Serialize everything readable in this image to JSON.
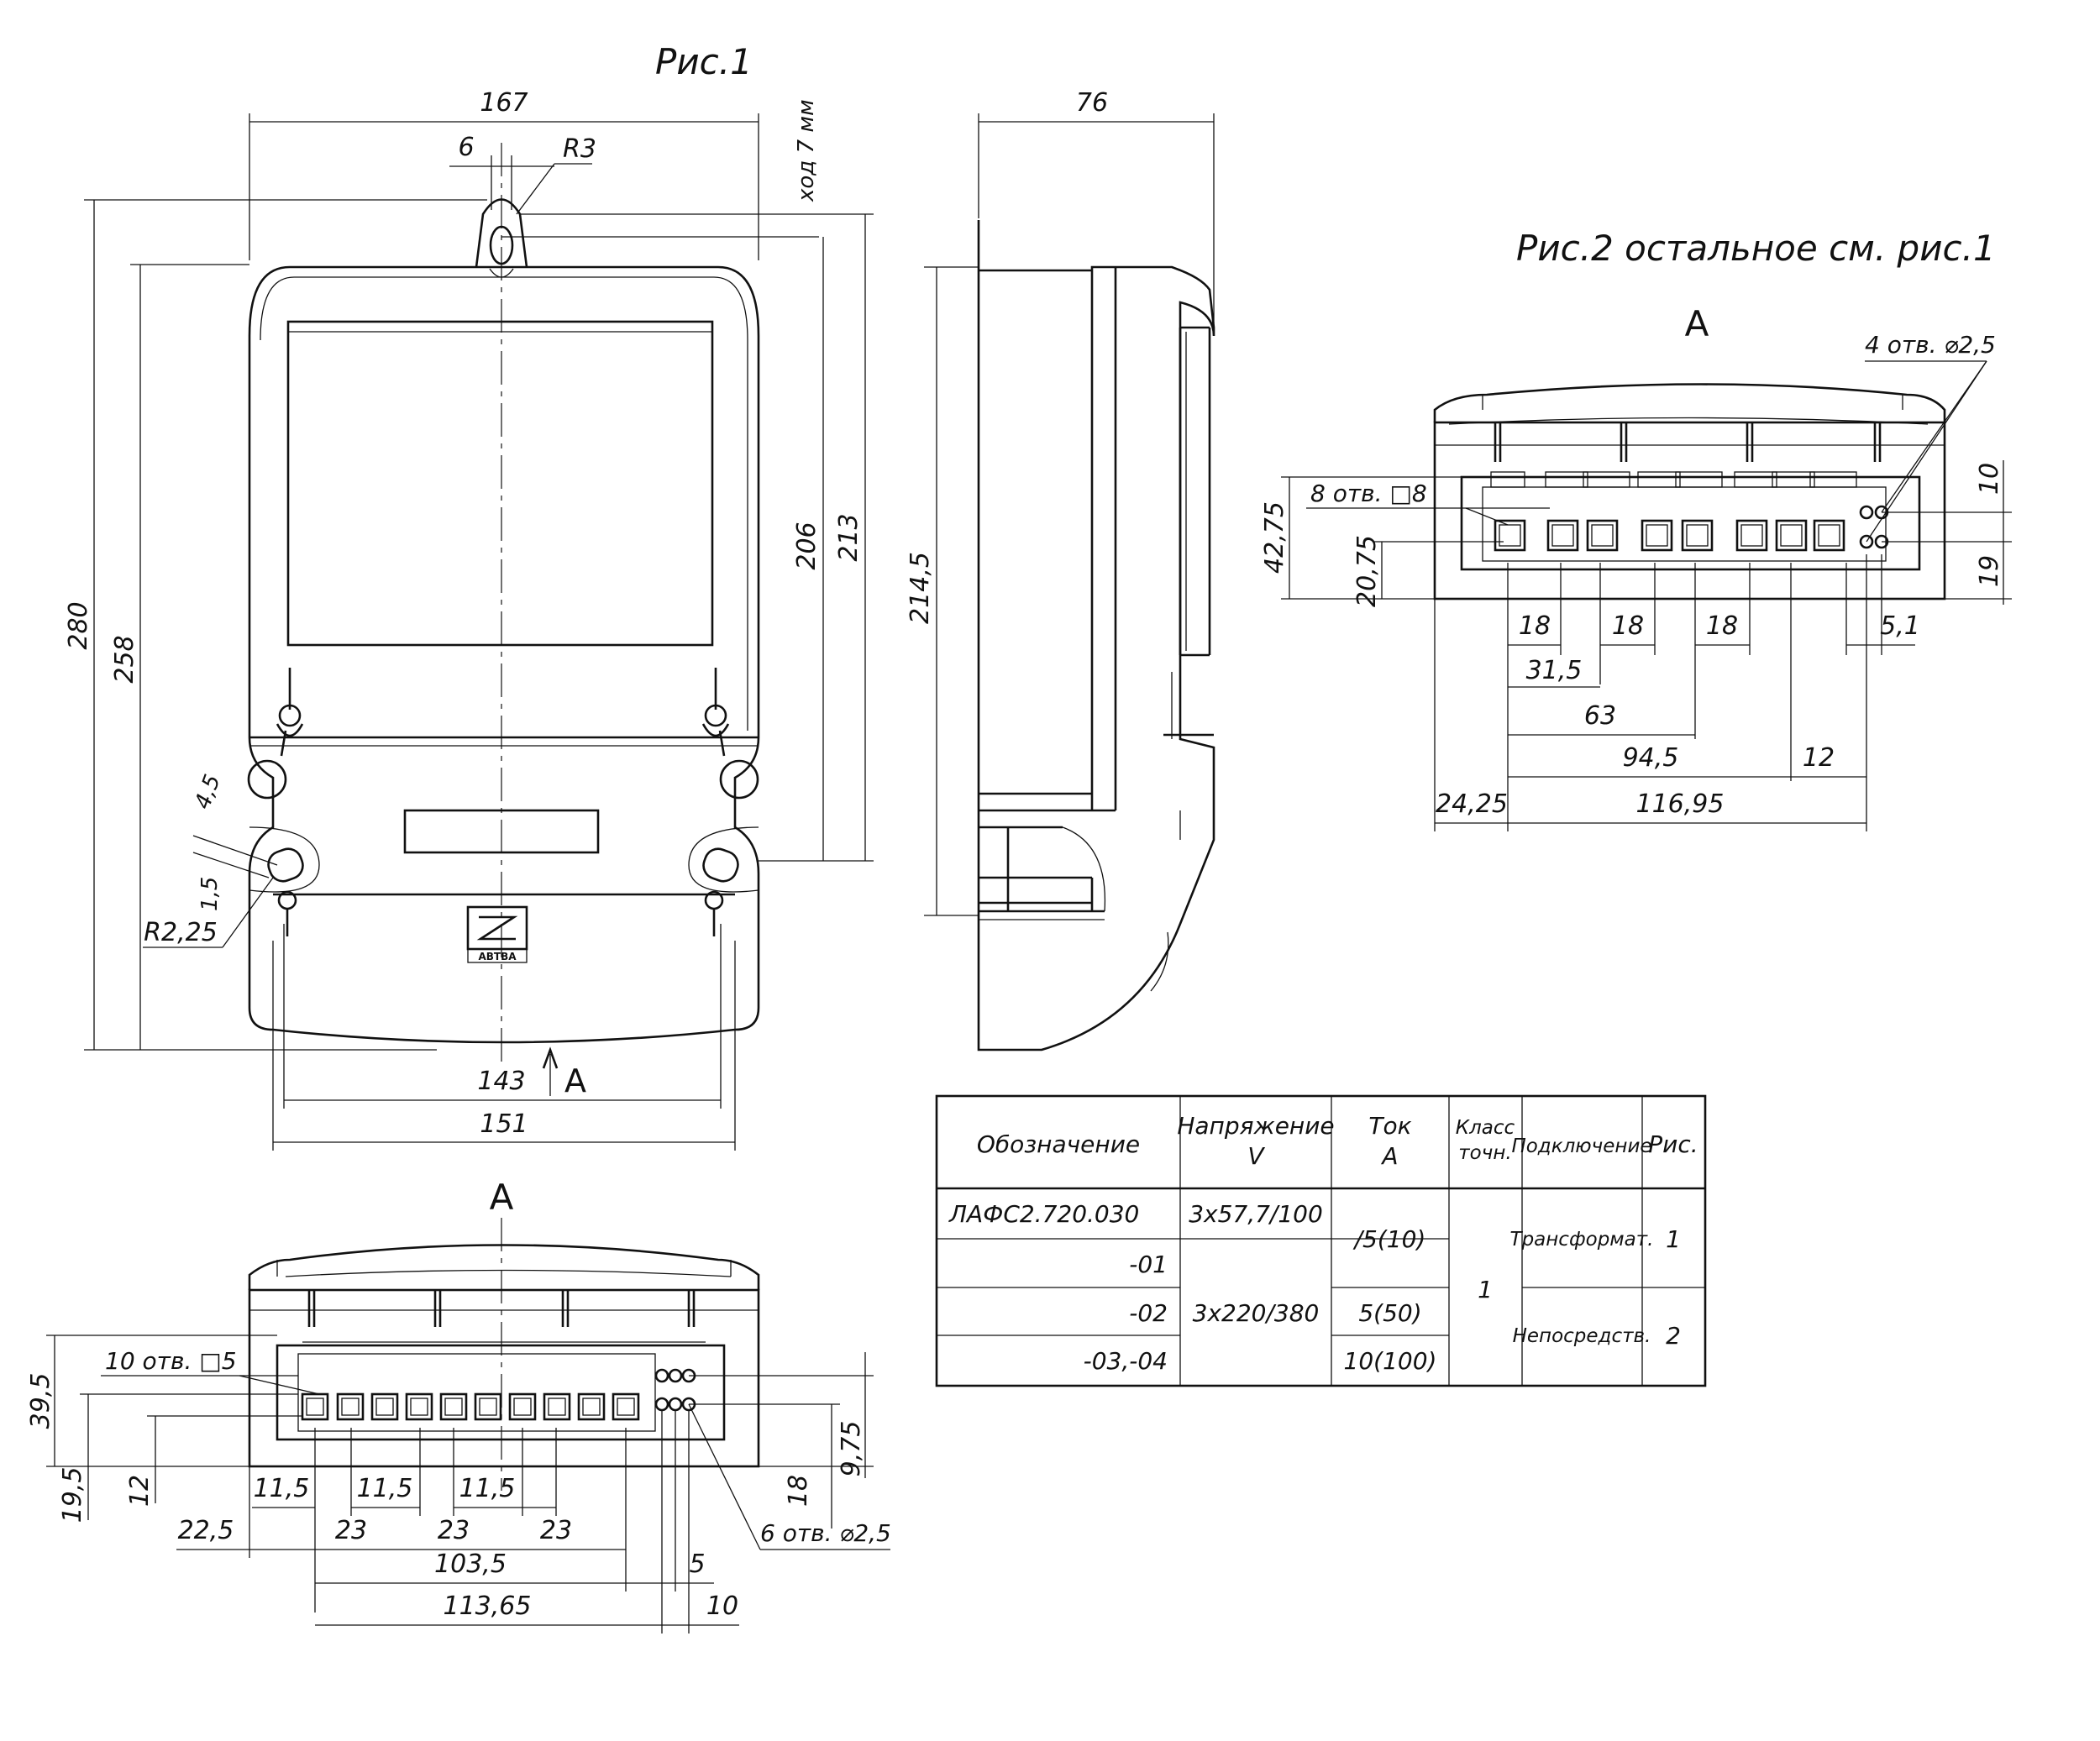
{
  "fig1": {
    "title": "Рис.1",
    "front_dims": {
      "d167": "167",
      "d6": "6",
      "dR3": "R3",
      "stroke": "ход 7 мм",
      "d280": "280",
      "d258": "258",
      "d206": "206",
      "d213": "213",
      "d45": "4,5",
      "d15": "1,5",
      "dR225": "R2,25",
      "d143": "143",
      "view_a": "A",
      "d151": "151"
    },
    "side_dims": {
      "d76": "76",
      "d2145": "214,5"
    }
  },
  "view_a_bottom": {
    "label": "A",
    "holes_square": "10 отв. □5",
    "holes_round": "6 отв. ⌀2,5",
    "dims": {
      "d395": "39,5",
      "d195": "19,5",
      "d12": "12",
      "d975": "9,75",
      "d18": "18",
      "d115a": "11,5",
      "d115b": "11,5",
      "d115c": "11,5",
      "d225": "22,5",
      "d23a": "23",
      "d23b": "23",
      "d23c": "23",
      "d1035": "103,5",
      "d5": "5",
      "d11365": "113,65",
      "d10": "10"
    }
  },
  "fig2": {
    "title": "Рис.2 остальное см. рис.1",
    "view_label": "A",
    "holes_round": "4 отв. ⌀2,5",
    "holes_square": "8 отв. □8",
    "dims": {
      "d4275": "42,75",
      "d2075": "20,75",
      "d10": "10",
      "d19": "19",
      "d18a": "18",
      "d18b": "18",
      "d18c": "18",
      "d51": "5,1",
      "d315": "31,5",
      "d63": "63",
      "d945": "94,5",
      "d12": "12",
      "d2425": "24,25",
      "d11695": "116,95"
    }
  },
  "table": {
    "headers": {
      "designation": "Обозначение",
      "voltage": "Напряжение\nV",
      "current": "Ток\nA",
      "class": "Класс\nточн.",
      "connection": "Подключение",
      "fig": "Рис."
    },
    "cells": {
      "des_base": "ЛАФС2.720.030",
      "des_01": "-01",
      "des_02": "-02",
      "des_0304": "-03,-04",
      "volt_1": "3х57,7/100",
      "volt_2": "3х220/380",
      "cur_1": "/5(10)",
      "cur_2": "5(50)",
      "cur_3": "10(100)",
      "class_val": "1",
      "conn_1": "Трансформат.",
      "conn_2": "Непосредств.",
      "fig_1": "1",
      "fig_2": "2"
    }
  },
  "logo": {
    "text": "АВТВА"
  }
}
